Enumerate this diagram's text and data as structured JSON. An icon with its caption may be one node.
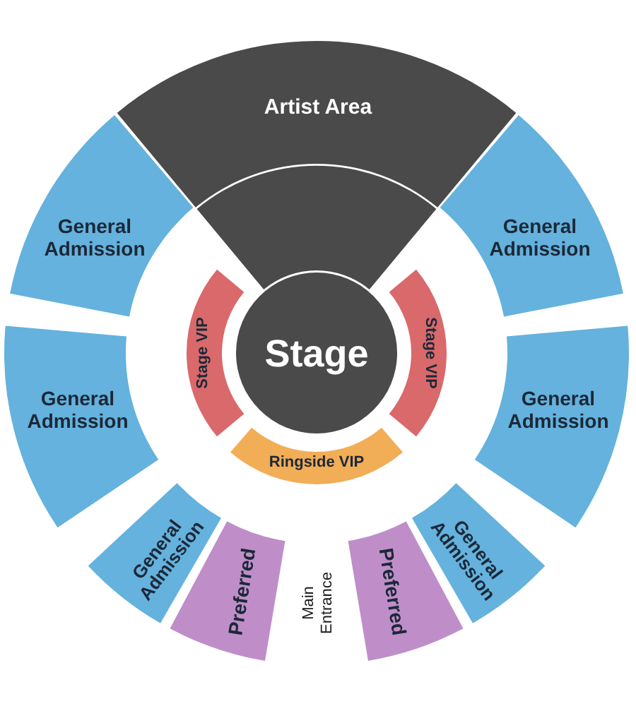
{
  "diagram": {
    "nodes": [
      {
        "text": [
          "Artist Area"
        ]
      },
      {
        "text": [
          "General Admission"
        ]
      },
      {
        "text": [],
        "shape": "wedge"
      },
      {
        "text": [
          "General Admission"
        ]
      },
      {
        "text": [
          "Stage VIP"
        ]
      },
      {
        "text": [
          "Stage"
        ]
      },
      {
        "text": [
          "Stage VIP"
        ]
      },
      {
        "text": [
          "General Admission"
        ]
      },
      {
        "text": [
          "General Admission"
        ]
      },
      {
        "text": [
          "Ringside VIP"
        ]
      },
      {
        "text": [
          "General Admission"
        ]
      },
      {
        "text": [
          "Preferred"
        ]
      },
      {
        "text": [
          "Preferred"
        ]
      },
      {
        "text": [
          "General Admission"
        ]
      }
    ],
    "labels": [
      "Main Entrance"
    ]
  }
}
